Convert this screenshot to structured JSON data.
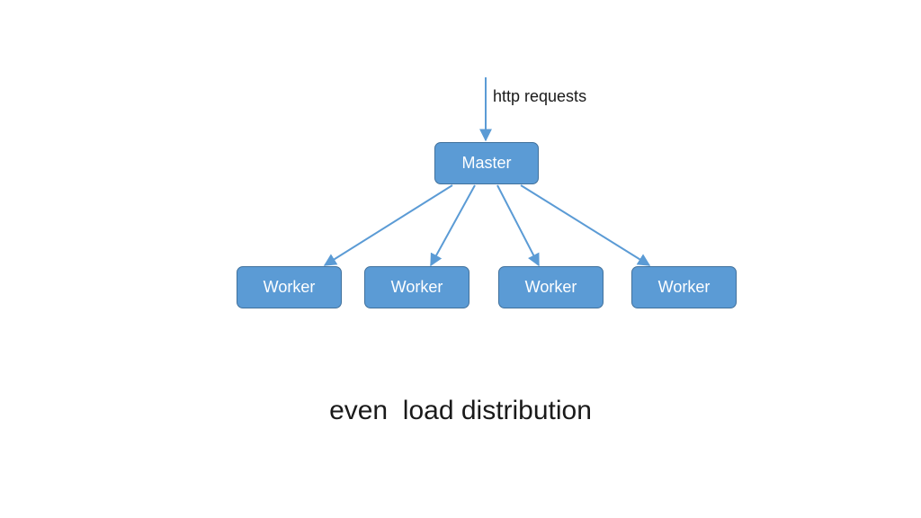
{
  "diagram": {
    "request_label": "http requests",
    "master_label": "Master",
    "workers": [
      "Worker",
      "Worker",
      "Worker",
      "Worker"
    ],
    "caption": "even  load distribution",
    "colors": {
      "node_fill": "#5b9bd5",
      "node_border": "#41719c",
      "arrow": "#5b9bd5",
      "text": "#1a1a1a"
    }
  }
}
